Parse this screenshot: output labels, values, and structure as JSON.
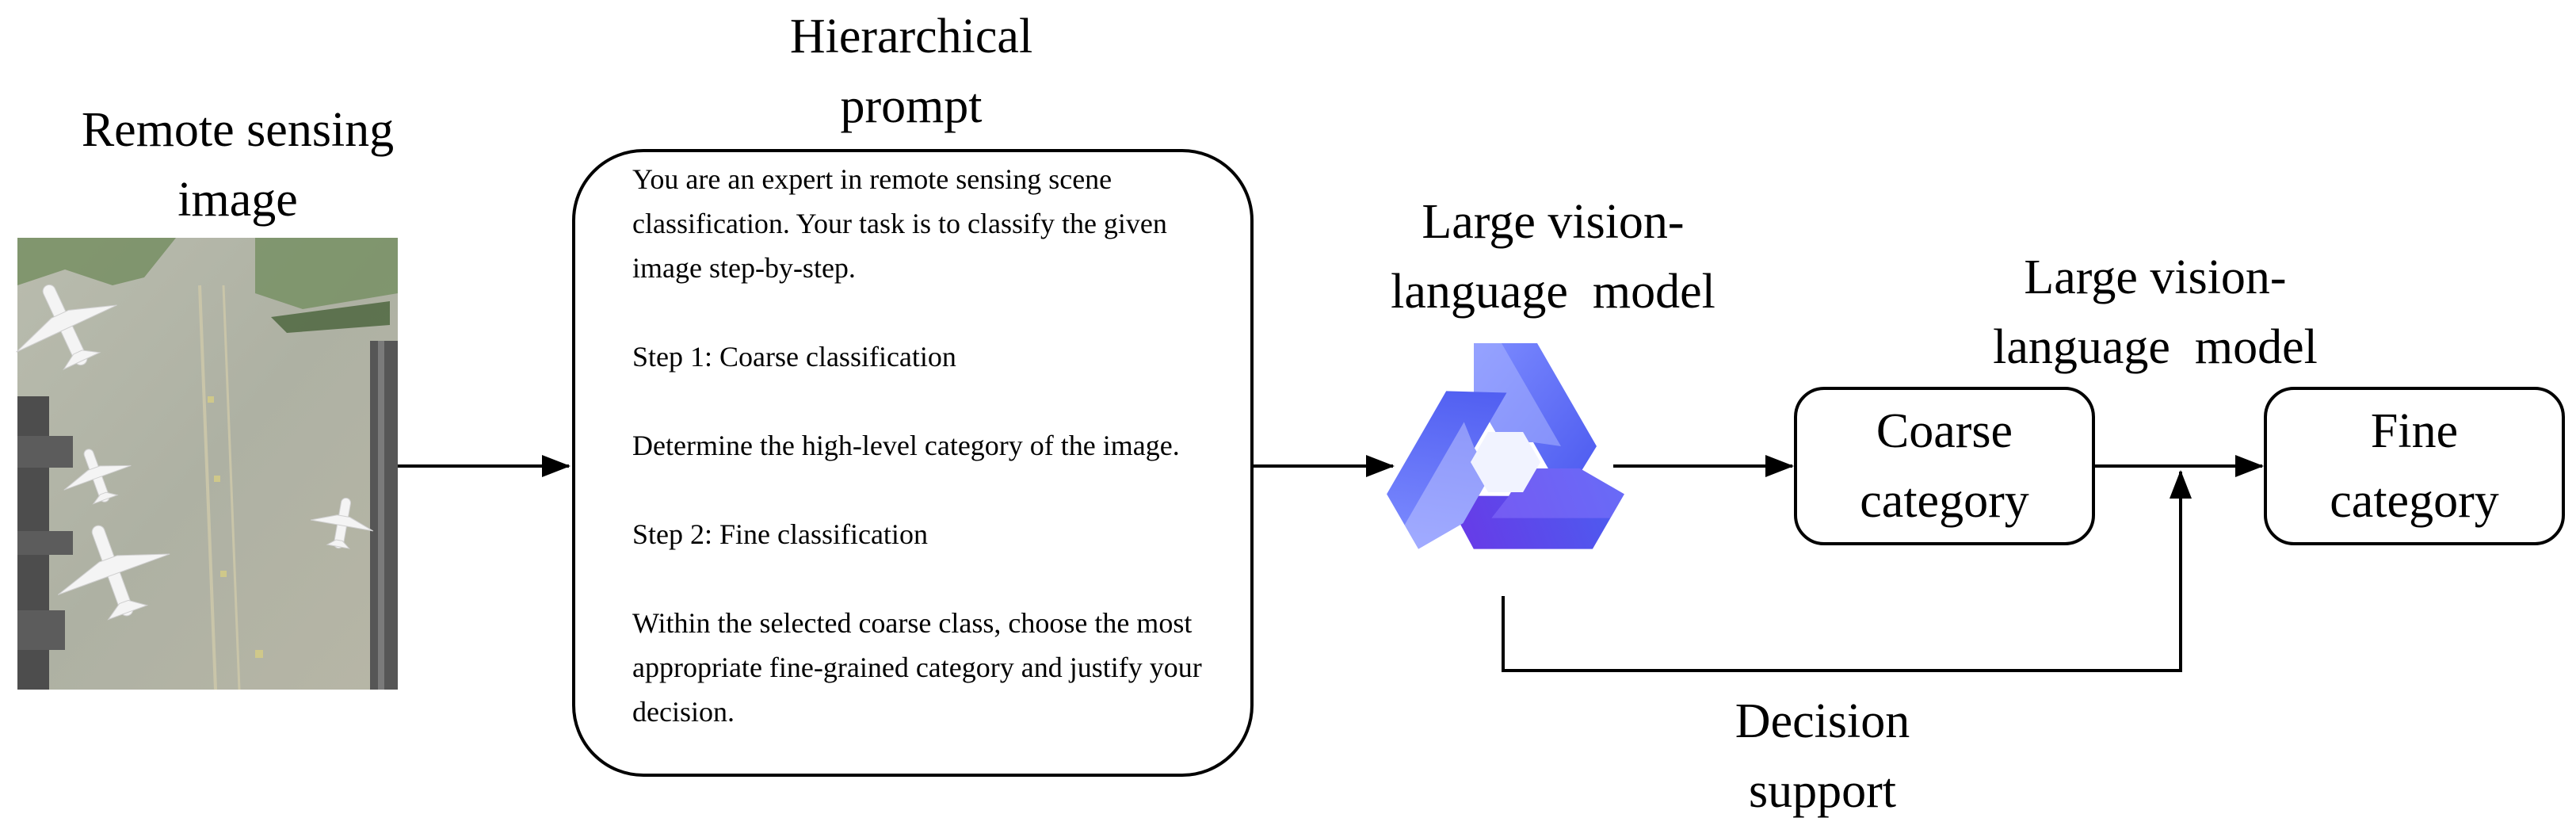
{
  "input": {
    "title_line1": "Remote sensing",
    "title_line2": "image",
    "image_alt": "aerial view of an airport apron with parked airplanes"
  },
  "prompt": {
    "title_line1": "Hierarchical",
    "title_line2": "prompt",
    "paragraphs": [
      "You are an expert in remote sensing scene classification. Your task is to classify the given image step-by-step.",
      "Step 1: Coarse classification",
      "Determine the high-level category of the image.",
      "Step 2: Fine classification",
      "Within the selected coarse class, choose the most appropriate fine-grained category and justify your decision."
    ]
  },
  "model_1": {
    "title_line1": "Large vision-",
    "title_line2": "language  model",
    "icon": "qwen-logo-icon"
  },
  "model_2": {
    "title_line1": "Large vision-",
    "title_line2": "language  model"
  },
  "coarse": {
    "line1": "Coarse",
    "line2": "category"
  },
  "fine": {
    "line1": "Fine",
    "line2": "category"
  },
  "feedback": {
    "line1": "Decision",
    "line2": "support"
  },
  "colors": {
    "logo_light": "#6a7df7",
    "logo_mid": "#4b5ef0",
    "logo_dark": "#3d2fd0",
    "logo_purple": "#6b36e6"
  }
}
